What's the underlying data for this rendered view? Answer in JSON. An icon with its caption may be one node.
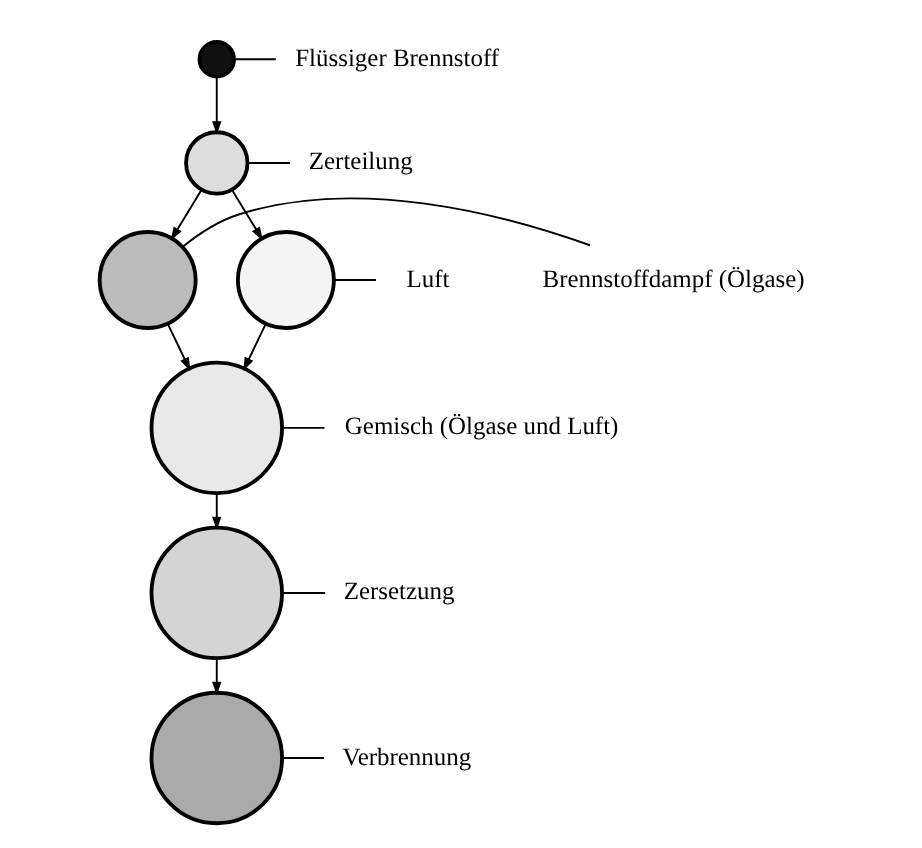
{
  "diagram": {
    "nodes": [
      {
        "text": [],
        "shape": "circle"
      },
      {
        "text": [
          "Flüssiger Brennstoff"
        ]
      },
      {
        "text": [],
        "shape": "circle"
      },
      {
        "text": [
          "Zerteilung"
        ]
      },
      {
        "text": [
          "Brennstoffdampf (Ölgase)"
        ]
      },
      {
        "text": [],
        "shape": "circle"
      },
      {
        "text": [],
        "shape": "circle"
      },
      {
        "text": [
          "Luft"
        ]
      },
      {
        "text": [],
        "shape": "circle"
      },
      {
        "text": [
          "Gemisch (Ölgase und Luft)"
        ]
      },
      {
        "text": [],
        "shape": "circle"
      },
      {
        "text": [
          "Zersetzung"
        ]
      },
      {
        "text": [],
        "shape": "circle"
      },
      {
        "text": [
          "Verbrennung"
        ]
      }
    ],
    "edges": [
      {
        "from": 0,
        "to": 2,
        "arrow": "to"
      },
      {
        "from": 2,
        "to": 5,
        "arrow": "to"
      },
      {
        "from": 2,
        "to": 6,
        "arrow": "to"
      },
      {
        "from": 5,
        "to": 8,
        "arrow": "to"
      },
      {
        "from": 6,
        "to": 8,
        "arrow": "to"
      },
      {
        "from": 8,
        "to": 10,
        "arrow": "to"
      },
      {
        "from": 10,
        "to": 12,
        "arrow": "to"
      },
      {
        "from": 1,
        "to": 0,
        "arrow": "none"
      },
      {
        "from": 3,
        "to": 2,
        "arrow": "none"
      },
      {
        "from": 4,
        "to": 5,
        "arrow": "none"
      },
      {
        "from": 7,
        "to": 6,
        "arrow": "none"
      },
      {
        "from": 9,
        "to": 8,
        "arrow": "none"
      },
      {
        "from": 11,
        "to": 10,
        "arrow": "none"
      },
      {
        "from": 13,
        "to": 12,
        "arrow": "none"
      }
    ]
  }
}
